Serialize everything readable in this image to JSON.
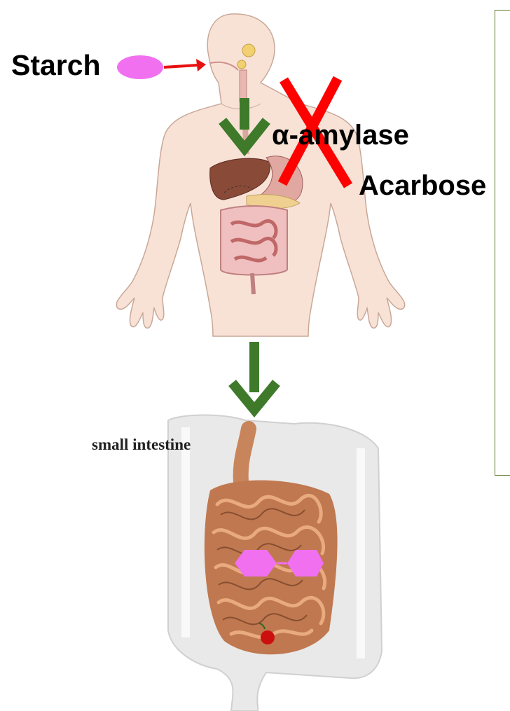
{
  "labels": {
    "starch": "Starch",
    "enzyme": "α-amylase",
    "inhibitor": "Acarbose",
    "organ": "small intestine"
  },
  "colors": {
    "starch_pill": "#f070f0",
    "red_arrow": "#e81010",
    "inhibition_cross": "#ff0000",
    "flow_arrow": "#3e7a2a",
    "skin": "#f8e2d6",
    "intestine": "#c07850",
    "box_border": "#5a7a2a"
  },
  "icons": [
    "starch-molecule-icon",
    "inhibition-x-icon",
    "disaccharide-icon",
    "apple-icon"
  ]
}
